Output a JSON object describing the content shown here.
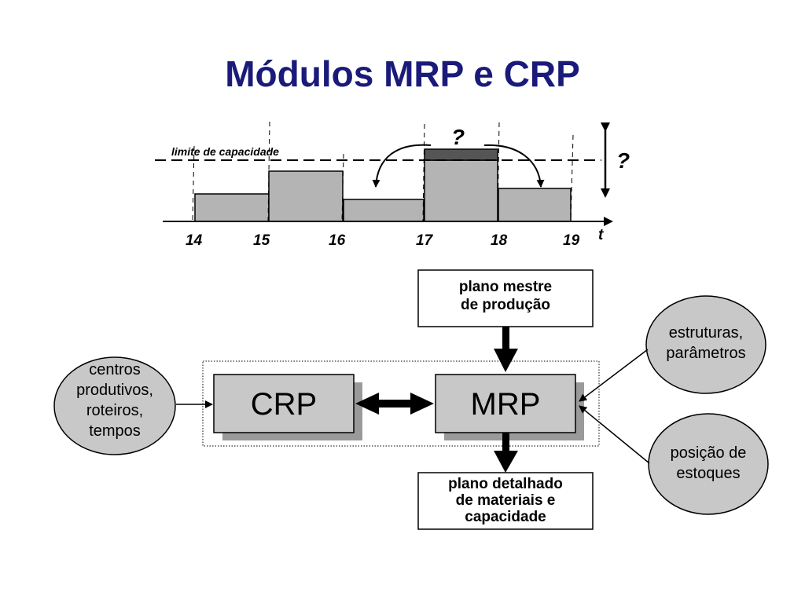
{
  "title": "Módulos MRP e CRP",
  "chart": {
    "capacity_label": "limite de capacidade",
    "axis_label": "t",
    "question_mark": "?",
    "ticks": [
      "14",
      "15",
      "16",
      "17",
      "18",
      "19"
    ],
    "colors": {
      "bar": "#b4b4b4",
      "overload": "#555555"
    }
  },
  "boxes": {
    "master_plan": [
      "plano mestre",
      "de produção"
    ],
    "detailed_plan": [
      "plano detalhado",
      "de materiais e",
      "capacidade"
    ],
    "crp": "CRP",
    "mrp": "MRP"
  },
  "ovals": {
    "centers": [
      "centros",
      "produtivos,",
      "roteiros,",
      "tempos"
    ],
    "structures": [
      "estruturas,",
      "parâmetros"
    ],
    "stock": [
      "posição de",
      "estoques"
    ]
  },
  "colors": {
    "title": "#1a1a7a",
    "module_fill": "#c8c8c8",
    "oval_fill": "#c8c8c8",
    "shadow": "#9a9a9a"
  }
}
